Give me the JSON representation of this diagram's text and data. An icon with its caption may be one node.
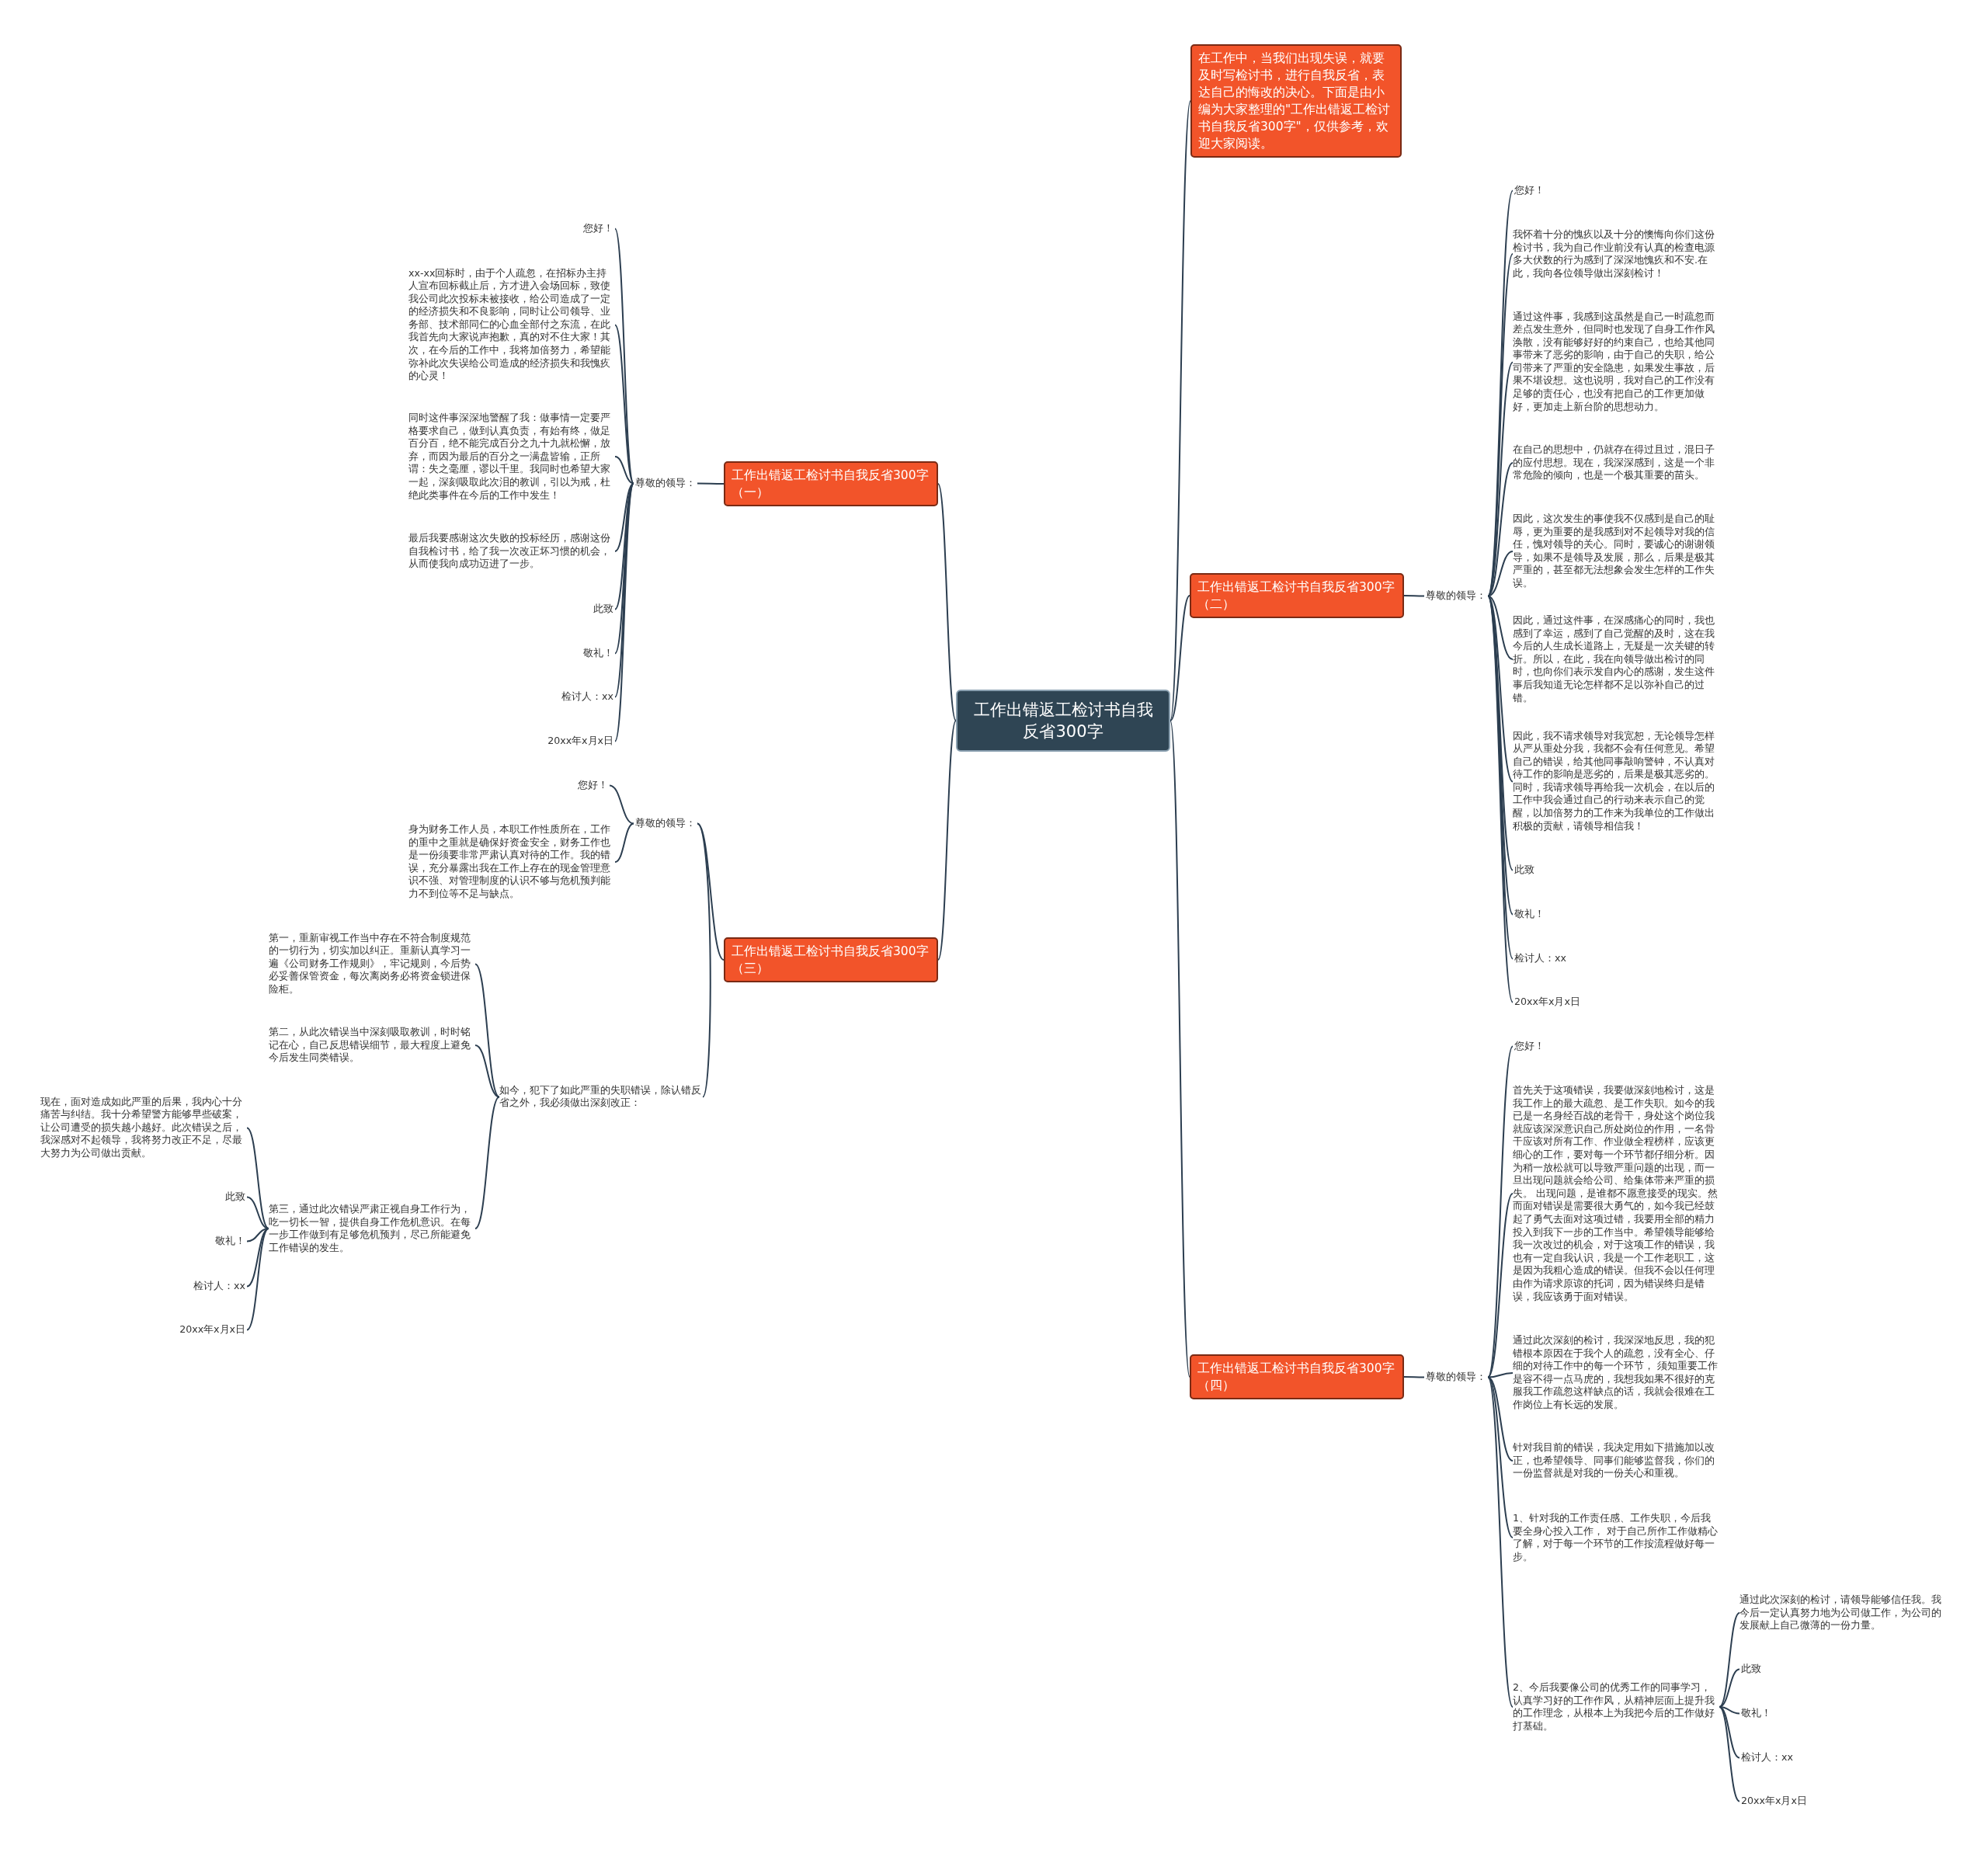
{
  "diagram": {
    "nodes": [
      {
        "text": [
          "工作出错返工检讨书自我反省300字"
        ]
      },
      {
        "text": [
          "在工作中，当我们出现失误，就要及时写检讨书，进行自我反省，表达自己的悔改的决心。下面是由小编为大家整理的\"工作出错返工检讨书自我反省300字\"，仅供参考，欢迎大家阅读。"
        ]
      },
      {
        "text": [
          "工作出错返工检讨书自我反省300字（一）"
        ]
      },
      {
        "text": [
          "工作出错返工检讨书自我反省300字（二）"
        ]
      },
      {
        "text": [
          "工作出错返工检讨书自我反省300字（三）"
        ]
      },
      {
        "text": [
          "工作出错返工检讨书自我反省300字（四）"
        ]
      },
      {
        "text": [
          "尊敬的领导："
        ]
      },
      {
        "text": [
          "您好！"
        ]
      },
      {
        "text": [
          "xx-xx回标时，由于个人疏忽，在招标办主持人宣布回标截止后，方才进入会场回标，致使我公司此次投标未被接收，给公司造成了一定的经济损失和不良影响，同时让公司领导、业务部、技术部同仁的心血全部付之东流，在此我首先向大家说声抱歉，真的对不住大家！其次，在今后的工作中，我将加倍努力，希望能弥补此次失误给公司造成的经济损失和我愧疚的心灵！"
        ]
      },
      {
        "text": [
          "同时这件事深深地警醒了我：做事情一定要严格要求自己，做到认真负责，有始有终，做足百分百，绝不能完成百分之九十九就松懈，放弃，而因为最后的百分之一满盘皆输，正所谓：失之毫厘，谬以千里。我同时也希望大家一起，深刻吸取此次泪的教训，引以为戒，杜绝此类事件在今后的工作中发生！"
        ]
      },
      {
        "text": [
          "最后我要感谢这次失败的投标经历，感谢这份自我检讨书，给了我一次改正坏习惯的机会，从而使我向成功迈进了一步。"
        ]
      },
      {
        "text": [
          "此致"
        ]
      },
      {
        "text": [
          "敬礼！"
        ]
      },
      {
        "text": [
          "检讨人：xx"
        ]
      },
      {
        "text": [
          "20xx年x月x日"
        ]
      },
      {
        "text": [
          "尊敬的领导："
        ]
      },
      {
        "text": [
          "您好！"
        ]
      },
      {
        "text": [
          "我怀着十分的愧疚以及十分的懊悔向你们这份检讨书，我为自己作业前没有认真的检查电源多大伏数的行为感到了深深地愧疚和不安.在此，我向各位领导做出深刻检讨！"
        ]
      },
      {
        "text": [
          "通过这件事，我感到这虽然是自己一时疏忽而差点发生意外，但同时也发现了自身工作作风涣散，没有能够好好的约束自己，也给其他同事带来了恶劣的影响，由于自己的失职，给公司带来了严重的安全隐患，如果发生事故，后果不堪设想。这也说明，我对自己的工作没有足够的责任心，也没有把自己的工作更加做好，更加走上新台阶的思想动力。"
        ]
      },
      {
        "text": [
          "在自己的思想中，仍就存在得过且过，混日子的应付思想。现在，我深深感到，这是一个非常危险的倾向，也是一个极其重要的苗头。"
        ]
      },
      {
        "text": [
          "因此，这次发生的事使我不仅感到是自己的耻辱，更为重要的是我感到对不起领导对我的信任，愧对领导的关心。同时，要诚心的谢谢领导，如果不是领导及发展，那么，后果是极其严重的，甚至都无法想象会发生怎样的工作失误。"
        ]
      },
      {
        "text": [
          "因此，通过这件事，在深感痛心的同时，我也感到了幸运，感到了自己觉醒的及时，这在我今后的人生成长道路上，无疑是一次关键的转折。所以，在此，我在向领导做出检讨的同时，也向你们表示发自内心的感谢，发生这件事后我知道无论怎样都不足以弥补自己的过错。"
        ]
      },
      {
        "text": [
          "因此，我不请求领导对我宽恕，无论领导怎样从严从重处分我，我都不会有任何意见。希望自己的错误，给其他同事敲响警钟，不认真对待工作的影响是恶劣的，后果是极其恶劣的。同时，我请求领导再给我一次机会，在以后的工作中我会通过自己的行动来表示自己的觉醒，以加倍努力的工作来为我单位的工作做出积极的贡献，请领导相信我！"
        ]
      },
      {
        "text": [
          "此致"
        ]
      },
      {
        "text": [
          "敬礼！"
        ]
      },
      {
        "text": [
          "检讨人：xx"
        ]
      },
      {
        "text": [
          "20xx年x月x日"
        ]
      },
      {
        "text": [
          "尊敬的领导："
        ]
      },
      {
        "text": [
          "您好！"
        ]
      },
      {
        "text": [
          "身为财务工作人员，本职工作性质所在，工作的重中之重就是确保好资金安全，财务工作也是一份须要非常严肃认真对待的工作。我的错误，充分暴露出我在工作上存在的现金管理意识不强、对管理制度的认识不够与危机预判能力不到位等不足与缺点。"
        ]
      },
      {
        "text": [
          "如今，犯下了如此严重的失职错误，除认错反省之外，我必须做出深刻改正："
        ]
      },
      {
        "text": [
          "第一，重新审视工作当中存在不符合制度规范的一切行为，切实加以纠正。重新认真学习一遍《公司财务工作规则》，牢记规则，今后势必妥善保管资金，每次离岗务必将资金锁进保险柜。"
        ]
      },
      {
        "text": [
          "第二，从此次错误当中深刻吸取教训，时时铭记在心，自己反思错误细节，最大程度上避免今后发生同类错误。"
        ]
      },
      {
        "text": [
          "第三，通过此次错误严肃正视自身工作行为，吃一切长一智，提供自身工作危机意识。在每一步工作做到有足够危机预判，尽己所能避免工作错误的发生。"
        ]
      },
      {
        "text": [
          "现在，面对造成如此严重的后果，我内心十分痛苦与纠结。我十分希望警方能够早些破案，让公司遭受的损失越小越好。此次错误之后，我深感对不起领导，我将努力改正不足，尽最大努力为公司做出贡献。"
        ]
      },
      {
        "text": [
          "此致"
        ]
      },
      {
        "text": [
          "敬礼！"
        ]
      },
      {
        "text": [
          "检讨人：xx"
        ]
      },
      {
        "text": [
          "20xx年x月x日"
        ]
      },
      {
        "text": [
          "尊敬的领导："
        ]
      },
      {
        "text": [
          "您好！"
        ]
      },
      {
        "text": [
          "首先关于这项错误，我要做深刻地检讨，这是我工作上的最大疏忽、是工作失职。如今的我已是一名身经百战的老骨干，身处这个岗位我就应该深深意识自己所处岗位的作用，一名骨干应该对所有工作、作业做全程榜样，应该更细心的工作，要对每一个环节都仔细分析。因为稍一放松就可以导致严重问题的出现，而一旦出现问题就会给公司、给集体带来严重的损失。 出现问题，是谁都不愿意接受的现实。然而面对错误是需要很大勇气的，如今我已经鼓起了勇气去面对这项过错，我要用全部的精力投入到我下一步的工作当中。希望领导能够给我一次改过的机会，对于这项工作的错误，我也有一定自我认识，我是一个工作老职工，这是因为我粗心造成的错误。但我不会以任何理由作为请求原谅的托词，因为错误终归是错误，我应该勇于面对错误。"
        ]
      },
      {
        "text": [
          "通过此次深刻的检讨，我深深地反思，我的犯错根本原因在于我个人的疏忽，没有全心、仔细的对待工作中的每一个环节， 须知重要工作是容不得一点马虎的，我想我如果不很好的克服我工作疏忽这样缺点的话，我就会很难在工作岗位上有长远的发展。"
        ]
      },
      {
        "text": [
          "针对我目前的错误，我决定用如下措施加以改正，也希望领导、同事们能够监督我，你们的一份监督就是对我的一份关心和重视。"
        ]
      },
      {
        "text": [
          "1、针对我的工作责任感、工作失职，今后我要全身心投入工作， 对于自己所作工作做精心了解，对于每一个环节的工作按流程做好每一步。"
        ]
      },
      {
        "text": [
          "2、今后我要像公司的优秀工作的同事学习，认真学习好的工作作风，从精神层面上提升我的工作理念，从根本上为我把今后的工作做好打基础。"
        ]
      },
      {
        "text": [
          "通过此次深刻的检讨，请领导能够信任我。我今后一定认真努力地为公司做工作，为公司的发展献上自己微薄的一份力量。"
        ]
      },
      {
        "text": [
          "此致"
        ]
      },
      {
        "text": [
          "敬礼！"
        ]
      },
      {
        "text": [
          "检讨人：xx"
        ]
      },
      {
        "text": [
          "20xx年x月x日"
        ]
      }
    ],
    "edges": [
      {
        "from": 0,
        "to": 1,
        "arrow": "none"
      },
      {
        "from": 0,
        "to": 2,
        "arrow": "none"
      },
      {
        "from": 0,
        "to": 3,
        "arrow": "none"
      },
      {
        "from": 0,
        "to": 4,
        "arrow": "none"
      },
      {
        "from": 0,
        "to": 5,
        "arrow": "none"
      },
      {
        "from": 2,
        "to": 6,
        "arrow": "none"
      },
      {
        "from": 6,
        "to": 7,
        "arrow": "none"
      },
      {
        "from": 6,
        "to": 8,
        "arrow": "none"
      },
      {
        "from": 6,
        "to": 9,
        "arrow": "none"
      },
      {
        "from": 6,
        "to": 10,
        "arrow": "none"
      },
      {
        "from": 6,
        "to": 11,
        "arrow": "none"
      },
      {
        "from": 6,
        "to": 12,
        "arrow": "none"
      },
      {
        "from": 6,
        "to": 13,
        "arrow": "none"
      },
      {
        "from": 6,
        "to": 14,
        "arrow": "none"
      },
      {
        "from": 3,
        "to": 15,
        "arrow": "none"
      },
      {
        "from": 15,
        "to": 16,
        "arrow": "none"
      },
      {
        "from": 15,
        "to": 17,
        "arrow": "none"
      },
      {
        "from": 15,
        "to": 18,
        "arrow": "none"
      },
      {
        "from": 15,
        "to": 19,
        "arrow": "none"
      },
      {
        "from": 15,
        "to": 20,
        "arrow": "none"
      },
      {
        "from": 15,
        "to": 21,
        "arrow": "none"
      },
      {
        "from": 15,
        "to": 22,
        "arrow": "none"
      },
      {
        "from": 15,
        "to": 23,
        "arrow": "none"
      },
      {
        "from": 15,
        "to": 24,
        "arrow": "none"
      },
      {
        "from": 15,
        "to": 25,
        "arrow": "none"
      },
      {
        "from": 15,
        "to": 26,
        "arrow": "none"
      },
      {
        "from": 4,
        "to": 27,
        "arrow": "none"
      },
      {
        "from": 27,
        "to": 28,
        "arrow": "none"
      },
      {
        "from": 27,
        "to": 29,
        "arrow": "none"
      },
      {
        "from": 27,
        "to": 30,
        "arrow": "none"
      },
      {
        "from": 30,
        "to": 31,
        "arrow": "none"
      },
      {
        "from": 30,
        "to": 32,
        "arrow": "none"
      },
      {
        "from": 30,
        "to": 33,
        "arrow": "none"
      },
      {
        "from": 33,
        "to": 34,
        "arrow": "none"
      },
      {
        "from": 33,
        "to": 35,
        "arrow": "none"
      },
      {
        "from": 33,
        "to": 36,
        "arrow": "none"
      },
      {
        "from": 33,
        "to": 37,
        "arrow": "none"
      },
      {
        "from": 33,
        "to": 38,
        "arrow": "none"
      },
      {
        "from": 5,
        "to": 39,
        "arrow": "none"
      },
      {
        "from": 39,
        "to": 40,
        "arrow": "none"
      },
      {
        "from": 39,
        "to": 41,
        "arrow": "none"
      },
      {
        "from": 39,
        "to": 42,
        "arrow": "none"
      },
      {
        "from": 39,
        "to": 43,
        "arrow": "none"
      },
      {
        "from": 39,
        "to": 44,
        "arrow": "none"
      },
      {
        "from": 39,
        "to": 45,
        "arrow": "none"
      },
      {
        "from": 45,
        "to": 46,
        "arrow": "none"
      },
      {
        "from": 45,
        "to": 47,
        "arrow": "none"
      },
      {
        "from": 45,
        "to": 48,
        "arrow": "none"
      },
      {
        "from": 45,
        "to": 49,
        "arrow": "none"
      },
      {
        "from": 45,
        "to": 50,
        "arrow": "none"
      }
    ]
  }
}
